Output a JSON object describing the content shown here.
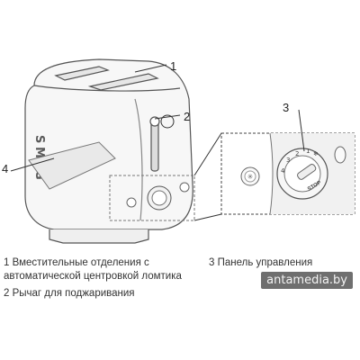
{
  "callouts": {
    "c1": "1",
    "c2": "2",
    "c3": "3",
    "c4": "4"
  },
  "brand_letters": [
    "S",
    "M",
    "E",
    "G"
  ],
  "dial": {
    "labels": [
      "1",
      "2",
      "3",
      "4"
    ],
    "stop_label": "STOP",
    "defrost_icon": "snowflake-icon"
  },
  "legend": {
    "item1": "1 Вместительные отделения с автоматической центровкой ломтика",
    "item2": "2 Рычаг для поджаривания",
    "item3": "3 Панель управления"
  },
  "watermark": "antamedia.by"
}
